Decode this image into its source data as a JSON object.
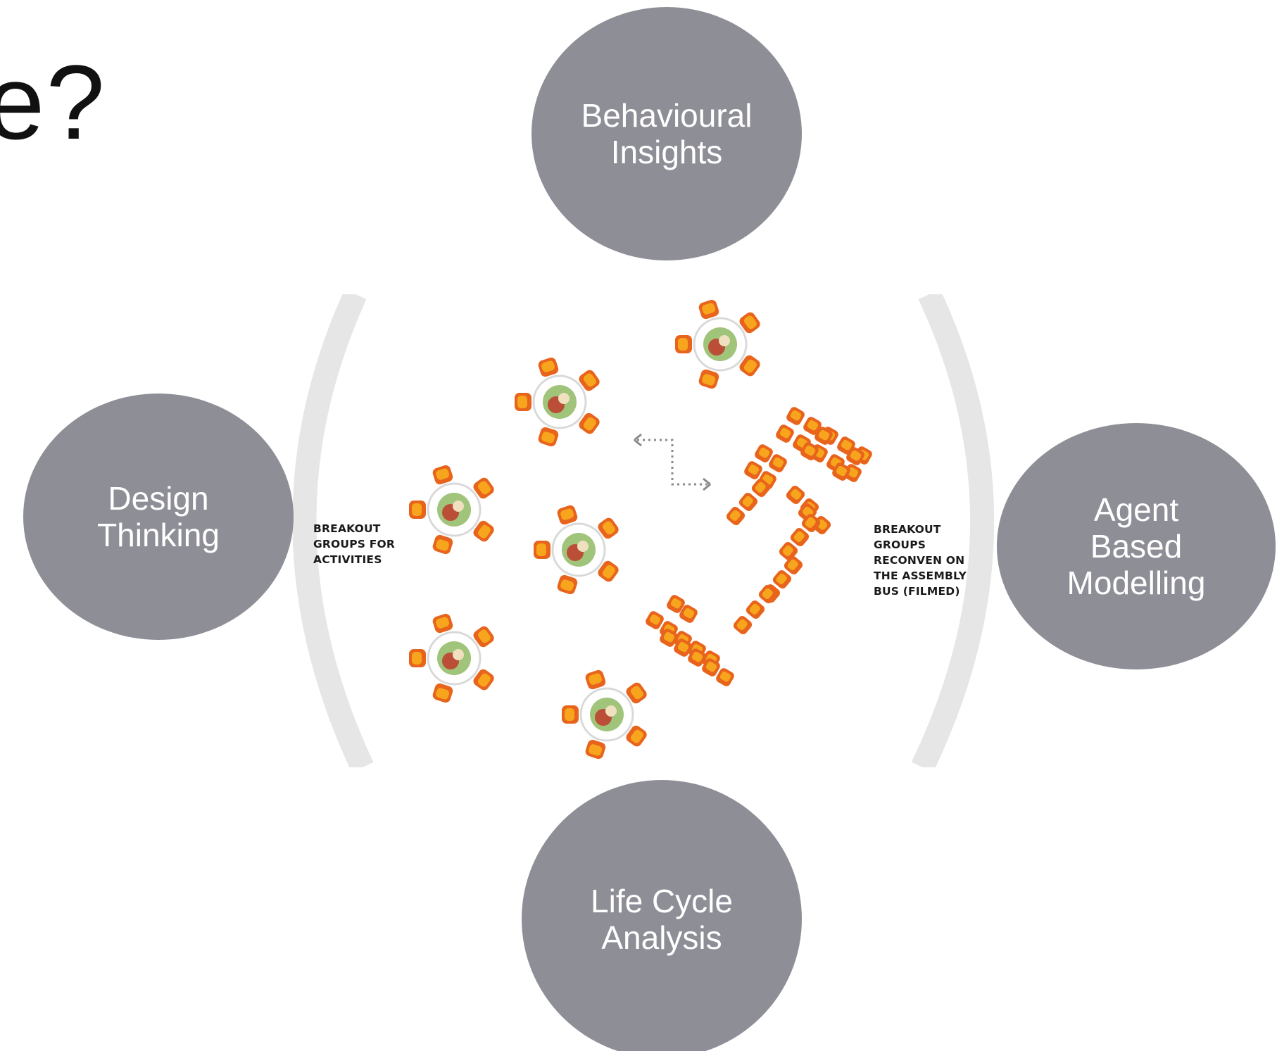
{
  "title_fragment": "e?",
  "center_image": {
    "label_left": "BREAKOUT\nGROUPS FOR\nACTIVITIES",
    "label_right": "BREAKOUT\nGROUPS\nRECONVEN ON\nTHE ASSEMBLY\nBUS (FILMED)"
  },
  "bubbles": {
    "top": "Behavioural\nInsights",
    "left": "Design\nThinking",
    "right": "Agent\nBased\nModelling",
    "bottom": "Life Cycle\nAnalysis"
  },
  "colors": {
    "bubble_fill": "#8e8e97",
    "bubble_text": "#ffffff",
    "chair_outer": "#e8641c",
    "chair_inner": "#f7a51c",
    "arc": "#e6e6e6",
    "arrow": "#888888"
  }
}
